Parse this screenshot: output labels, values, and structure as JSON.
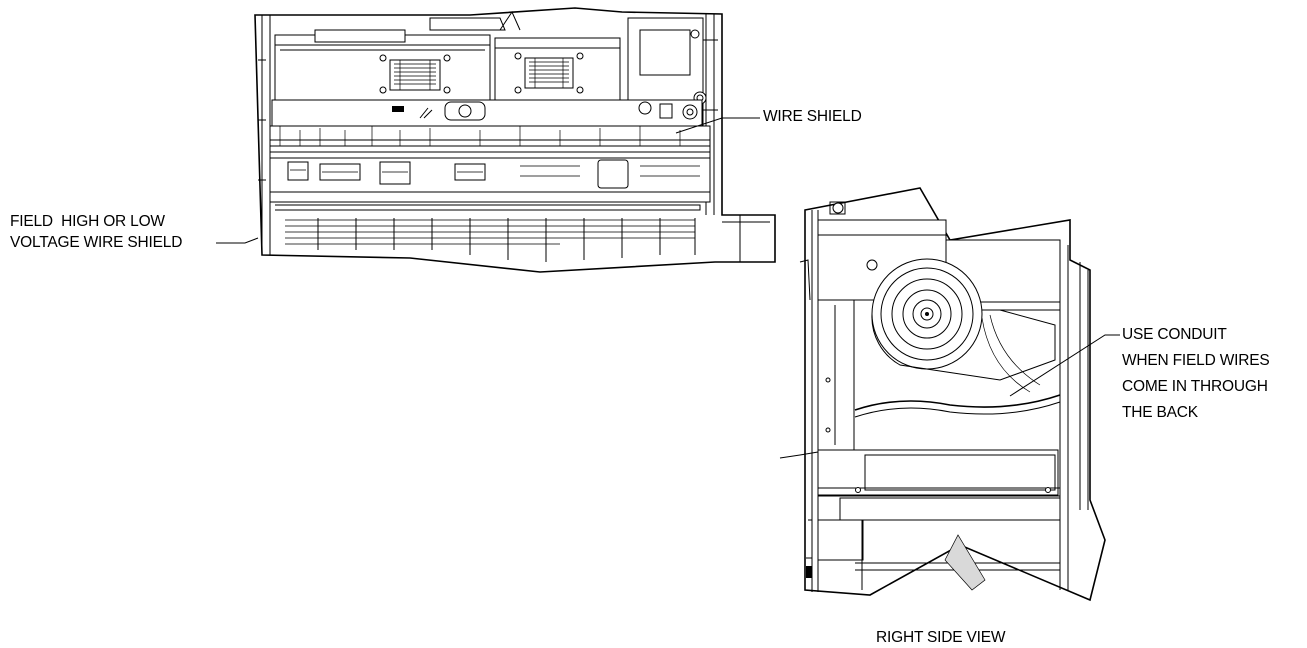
{
  "labels": {
    "wire_shield": "WIRE SHIELD",
    "field_wire_shield_line1": "FIELD  HIGH OR LOW",
    "field_wire_shield_line2": "VOLTAGE WIRE SHIELD",
    "conduit_line1": "USE CONDUIT",
    "conduit_line2": "WHEN FIELD WIRES",
    "conduit_line3": "COME IN THROUGH",
    "conduit_line4": "THE BACK",
    "view_caption": "RIGHT SIDE VIEW"
  }
}
